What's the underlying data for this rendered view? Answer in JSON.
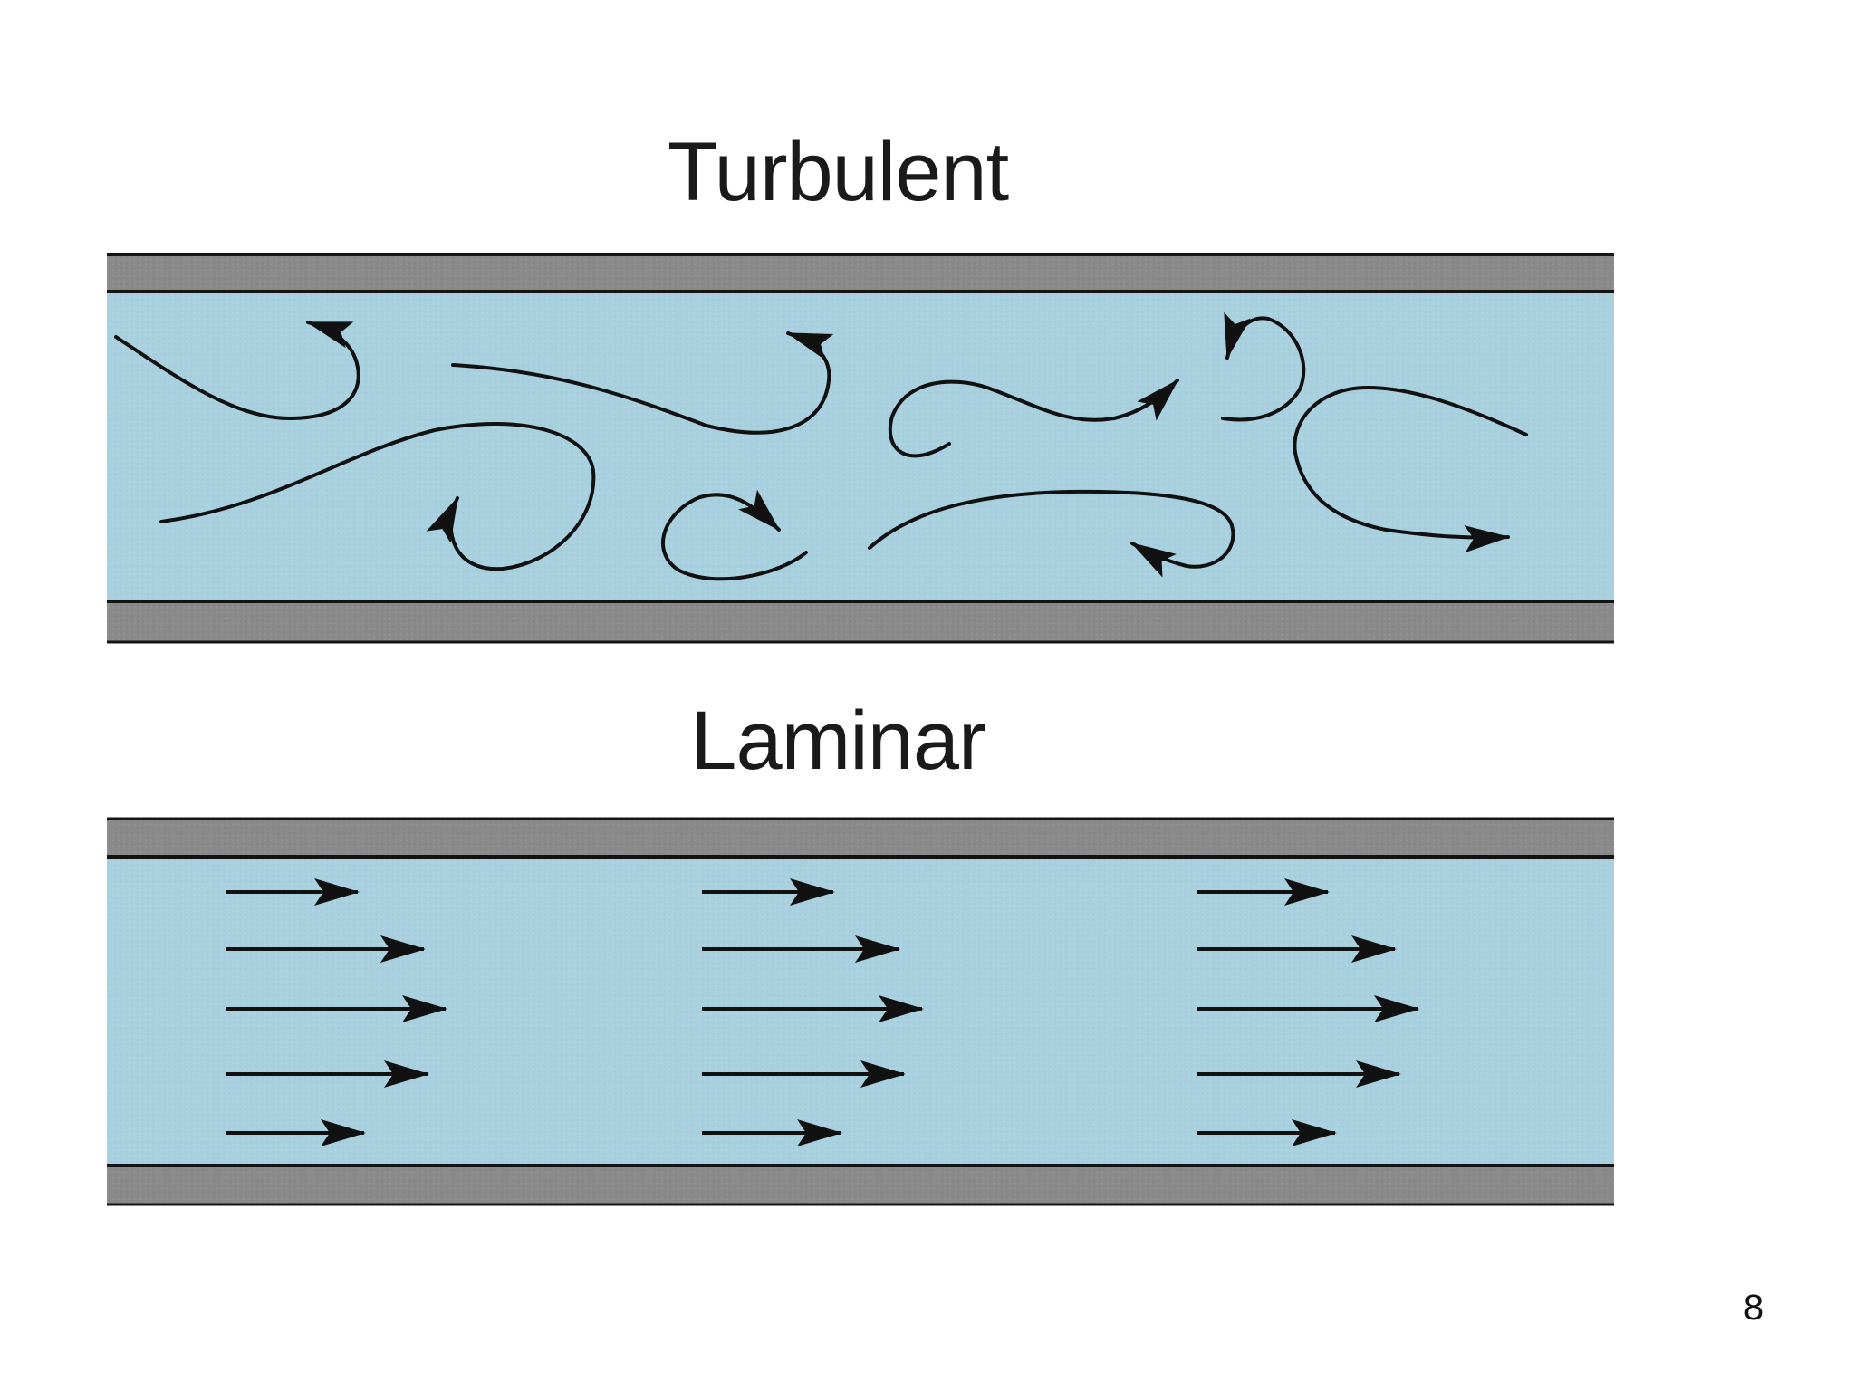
{
  "slide": {
    "page_number": "8"
  },
  "panels": {
    "turbulent": {
      "label": "Turbulent"
    },
    "laminar": {
      "label": "Laminar"
    }
  },
  "colors": {
    "fluid": "#a9d0de",
    "wall": "#8a8a8a",
    "wall_edge": "#141414",
    "arrow": "#111111",
    "background": "#ffffff"
  }
}
